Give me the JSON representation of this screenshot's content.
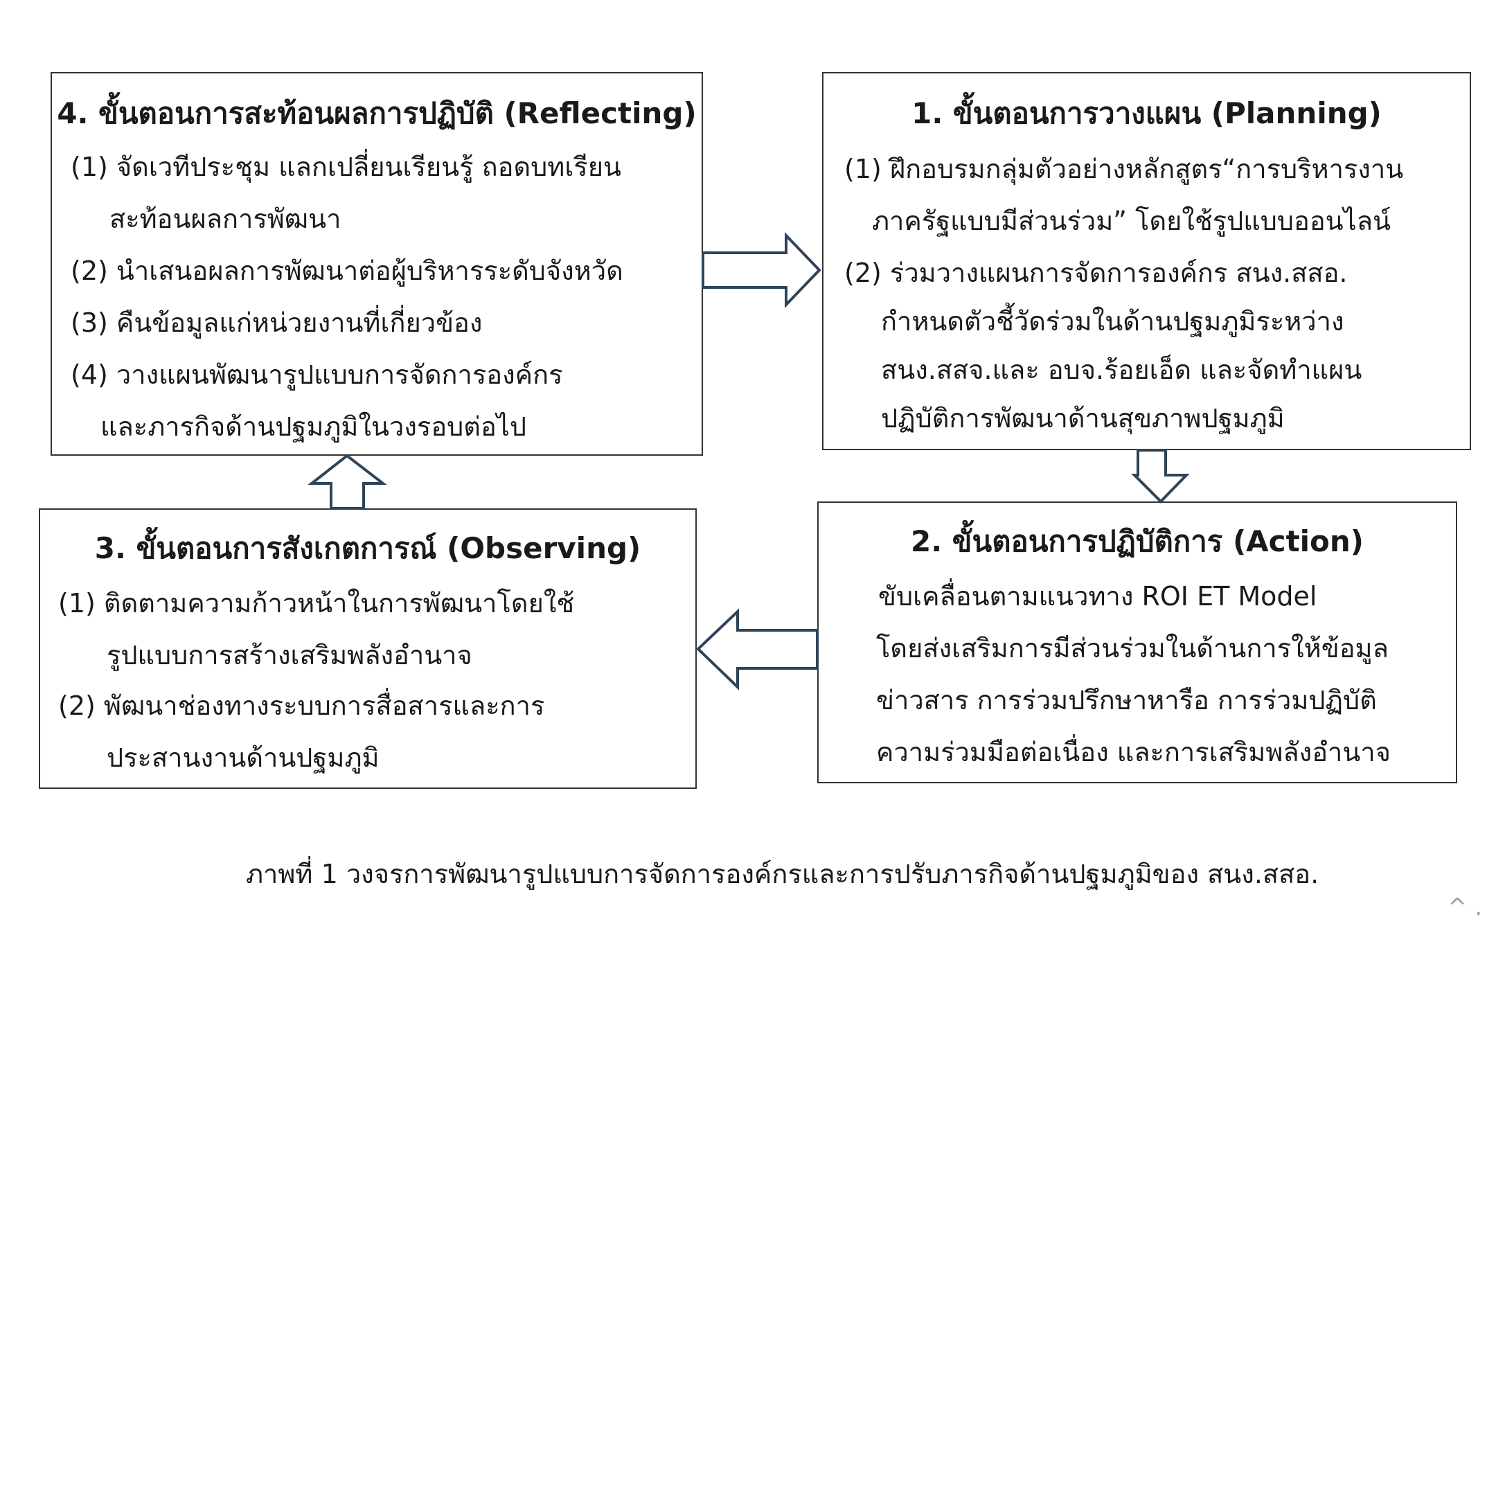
{
  "diagram": {
    "reflecting": {
      "title": "4. ขั้นตอนการสะท้อนผลการปฏิบัติ (Reflecting)",
      "lines": [
        "(1) จัดเวทีประชุม แลกเปลี่ยนเรียนรู้ ถอดบทเรียน",
        "สะท้อนผลการพัฒนา",
        "(2) นำเสนอผลการพัฒนาต่อผู้บริหารระดับจังหวัด",
        "(3) คืนข้อมูลแก่หน่วยงานที่เกี่ยวข้อง",
        "(4) วางแผนพัฒนารูปแบบการจัดการองค์กร",
        "และภารกิจด้านปฐมภูมิในวงรอบต่อไป"
      ]
    },
    "planning": {
      "title": "1. ขั้นตอนการวางแผน (Planning)",
      "lines": [
        "(1) ฝึกอบรมกลุ่มตัวอย่างหลักสูตร“การบริหารงาน",
        "ภาครัฐแบบมีส่วนร่วม” โดยใช้รูปแบบออนไลน์",
        "(2) ร่วมวางแผนการจัดการองค์กร สนง.สสอ.",
        "กำหนดตัวชี้วัดร่วมในด้านปฐมภูมิระหว่าง",
        "สนง.สสจ.และ อบจ.ร้อยเอ็ด และจัดทำแผน",
        "ปฏิบัติการพัฒนาด้านสุขภาพปฐมภูมิ"
      ]
    },
    "observing": {
      "title": "3. ขั้นตอนการสังเกตการณ์ (Observing)",
      "lines": [
        "(1)  ติดตามความก้าวหน้าในการพัฒนาโดยใช้",
        "รูปแบบการสร้างเสริมพลังอำนาจ",
        "(2) พัฒนาช่องทางระบบการสื่อสารและการ",
        "ประสานงานด้านปฐมภูมิ"
      ]
    },
    "action": {
      "title": "2. ขั้นตอนการปฏิบัติการ (Action)",
      "lines": [
        "ขับเคลื่อนตามแนวทาง ROI ET Model",
        "โดยส่งเสริมการมีส่วนร่วมในด้านการให้ข้อมูล",
        "ข่าวสาร การร่วมปรึกษาหารือ การร่วมปฏิบัติ",
        "ความร่วมมือต่อเนื่อง และการเสริมพลังอำนาจ"
      ]
    }
  },
  "caption": "ภาพที่ 1 วงจรการพัฒนารูปแบบการจัดการองค์กรและการปรับภารกิจด้านปฐมภูมิของ สนง.สสอ.",
  "page_mark": "^ .",
  "colors": {
    "arrow_stroke": "#2e4459",
    "box_border": "#333333",
    "text": "#1a1a1a"
  }
}
